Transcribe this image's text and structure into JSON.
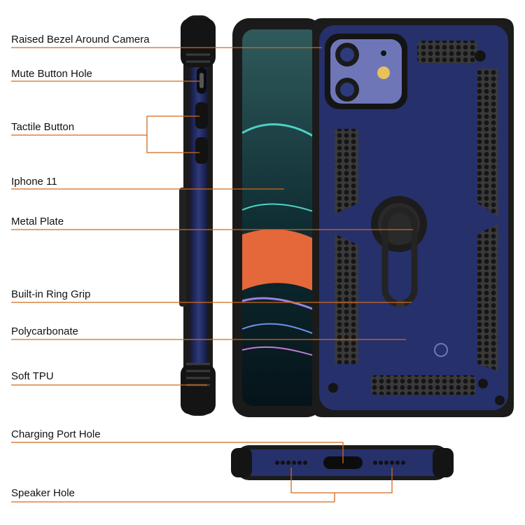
{
  "callouts": [
    {
      "id": "raised-bezel",
      "text": "Raised Bezel Around Camera"
    },
    {
      "id": "mute-button-hole",
      "text": "Mute Button Hole"
    },
    {
      "id": "tactile-button",
      "text": "Tactile Button"
    },
    {
      "id": "iphone-11",
      "text": "Iphone 11"
    },
    {
      "id": "metal-plate",
      "text": "Metal Plate"
    },
    {
      "id": "ring-grip",
      "text": "Built-in Ring Grip"
    },
    {
      "id": "polycarbonate",
      "text": "Polycarbonate"
    },
    {
      "id": "soft-tpu",
      "text": "Soft TPU"
    },
    {
      "id": "charging-port-hole",
      "text": "Charging Port Hole"
    },
    {
      "id": "speaker-hole",
      "text": "Speaker Hole"
    }
  ],
  "colors": {
    "leader_line": "#d2691e",
    "case_blue": "#26306b",
    "case_black": "#1c1c1c"
  }
}
